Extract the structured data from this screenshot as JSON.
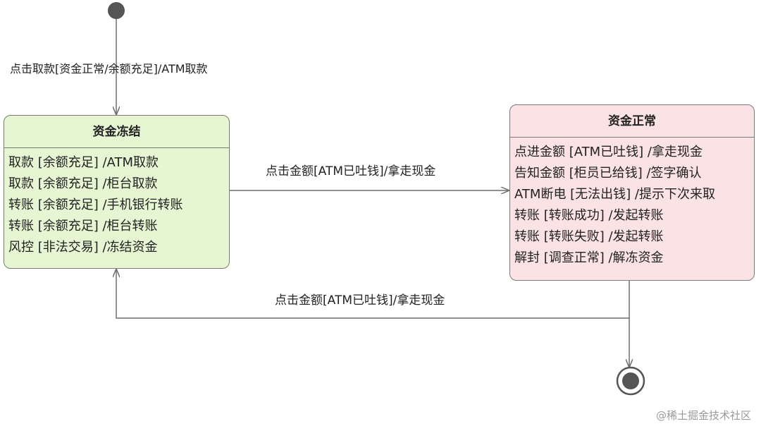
{
  "initial_transition": {
    "label": "点击取款[资金正常/余额充足]/ATM取款"
  },
  "states": {
    "frozen": {
      "title": "资金冻结",
      "fill": "#e6f6d3",
      "lines": [
        "取款 [余额充足] /ATM取款",
        "取款 [余额充足] /柜台取款",
        "转账 [余额充足] /手机银行转账",
        "转账 [余额充足] /柜台转账",
        "风控 [非法交易] /冻结资金"
      ]
    },
    "normal": {
      "title": "资金正常",
      "fill": "#fbe2e5",
      "lines": [
        "点进金额 [ATM已吐钱] /拿走现金",
        "告知金额 [柜员已给钱] /签字确认",
        "ATM断电 [无法出钱] /提示下次来取",
        "转账 [转账成功] /发起转账",
        "转账 [转账失败] /发起转账",
        "解封 [调查正常] /解冻资金"
      ]
    }
  },
  "transitions": {
    "frozen_to_normal": {
      "label": "点击金额[ATM已吐钱]/拿走现金"
    },
    "normal_to_frozen": {
      "label": "点击金额[ATM已吐钱]/拿走现金"
    }
  },
  "watermark": "@稀土掘金技术社区",
  "colors": {
    "line": "#6e6e6e",
    "node": "#555555"
  }
}
